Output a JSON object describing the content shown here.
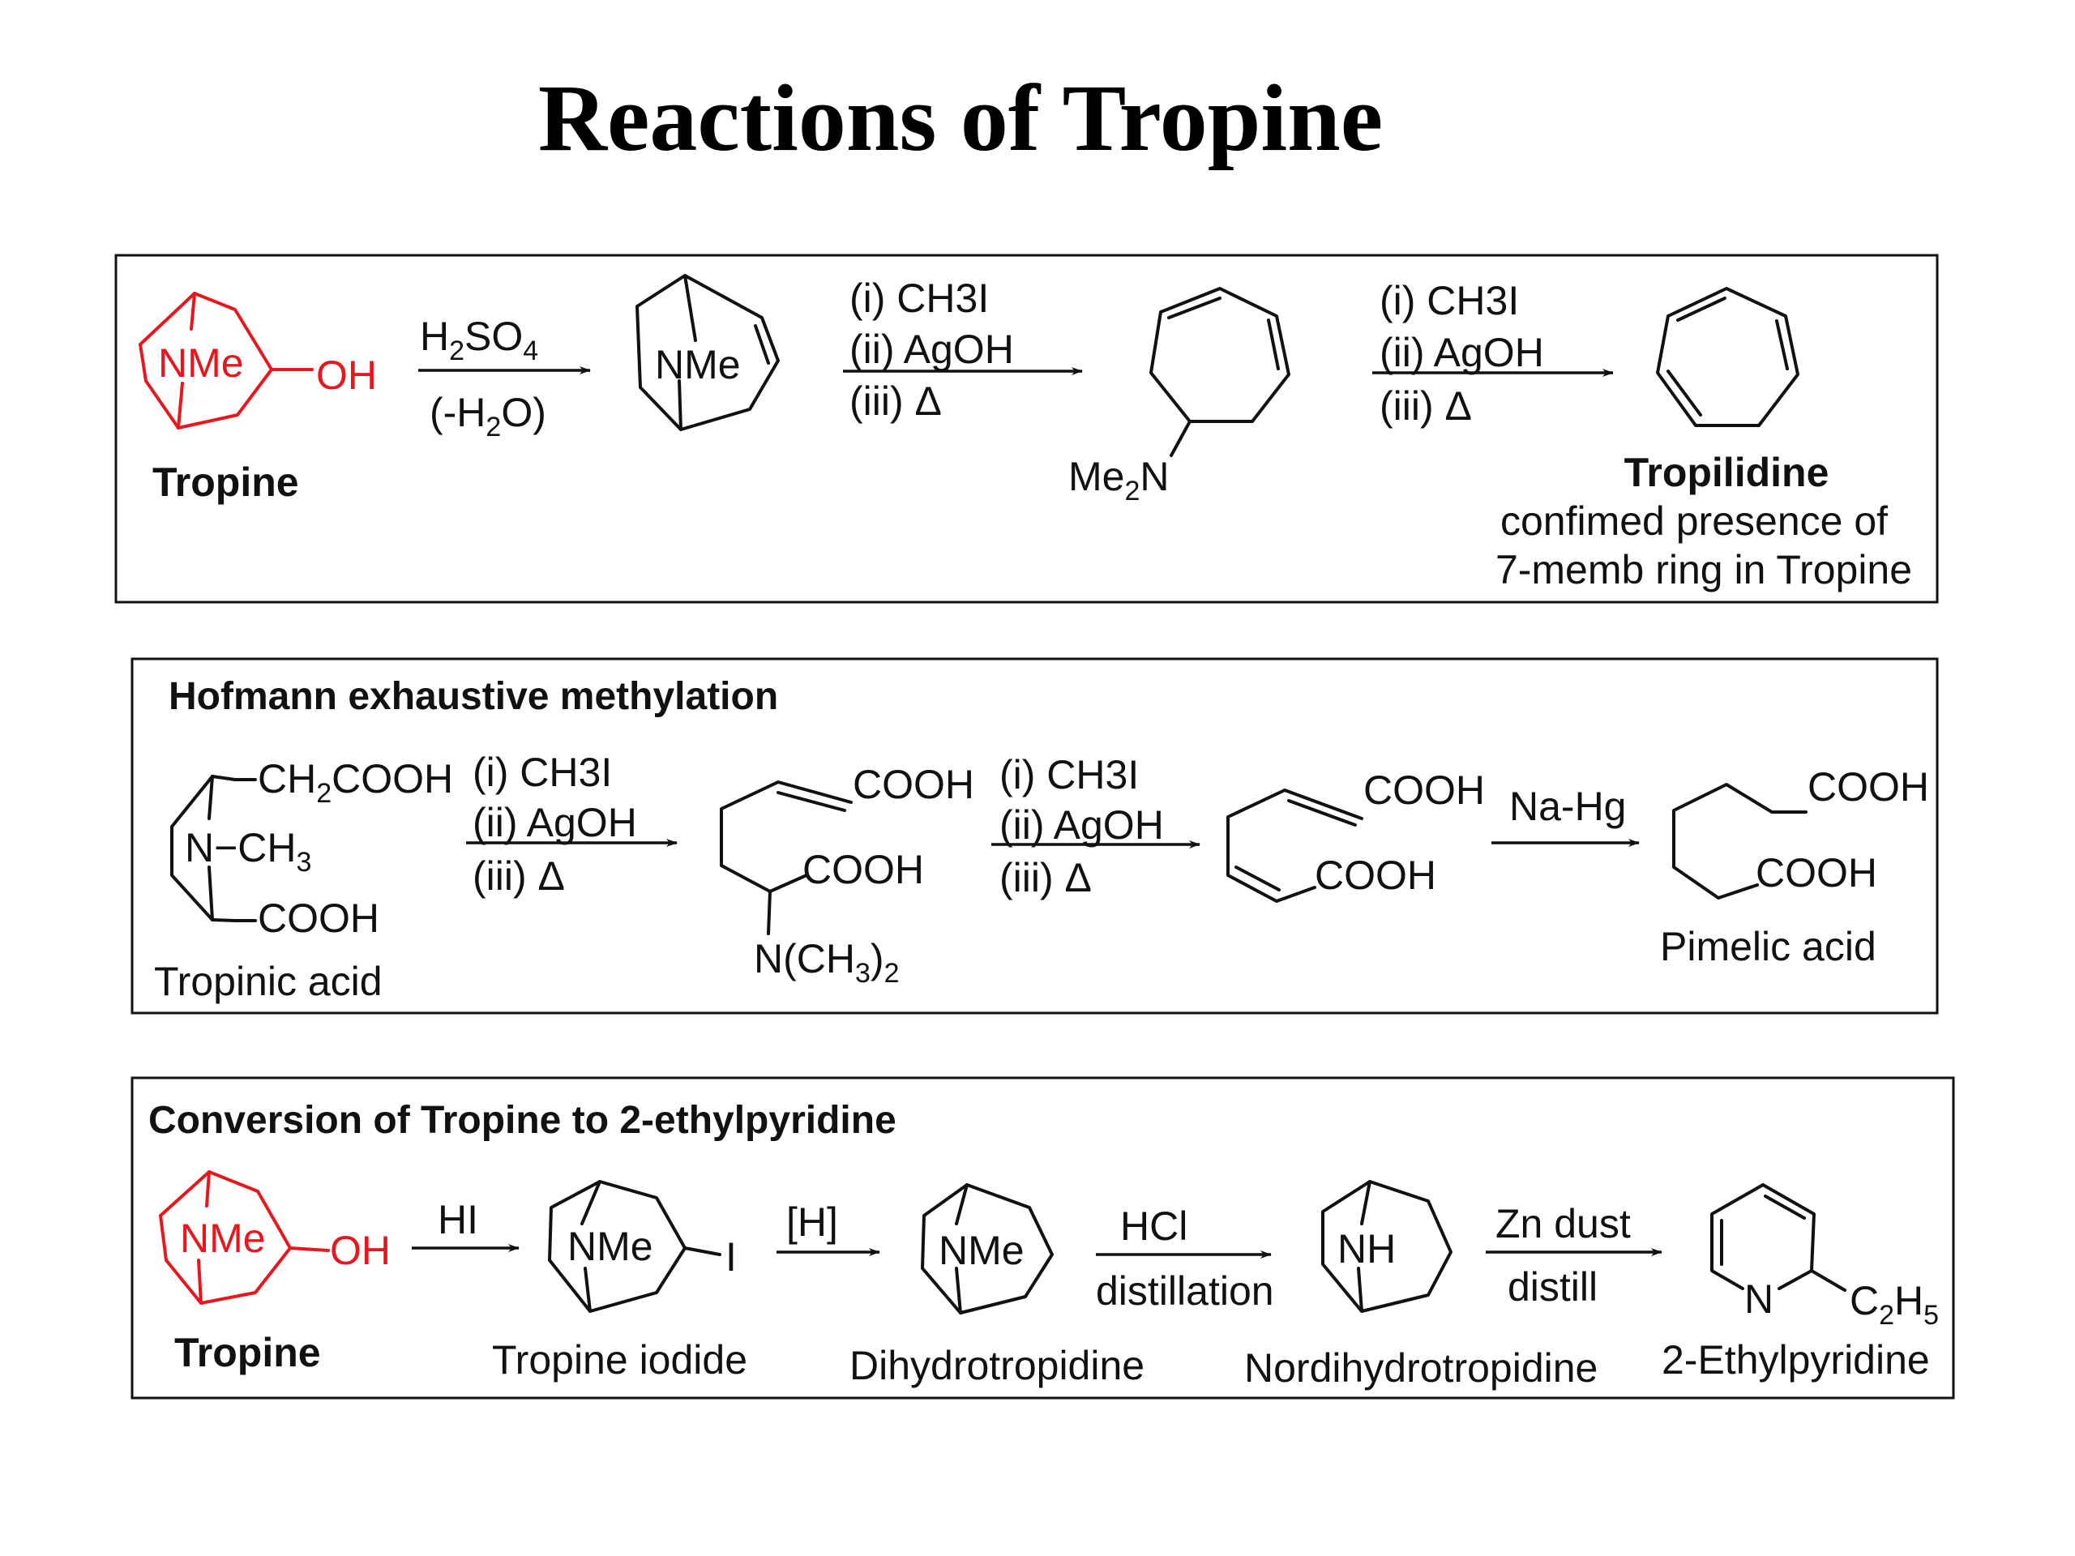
{
  "title": "Reactions of Tropine",
  "panel1": {
    "tropine_label": "Tropine",
    "nme": "NMe",
    "oh": "OH",
    "reagent1_top": {
      "a": "H",
      "b": "2",
      "c": "SO",
      "d": "4"
    },
    "reagent1_bottom": {
      "a": "(-H",
      "b": "2",
      "c": "O)"
    },
    "step_i": "(i) CH3I",
    "step_ii": "(ii) AgOH",
    "step_iii": "(iii) Δ",
    "me2n": {
      "a": "Me",
      "b": "2",
      "c": "N"
    },
    "tropilidine_label": "Tropilidine",
    "note_line1": "confimed presence of",
    "note_line2": "7-memb ring in Tropine"
  },
  "panel2": {
    "heading": "Hofmann exhaustive methylation",
    "ch2cooh": {
      "a": "CH",
      "b": "2",
      "c": "COOH"
    },
    "nch3": {
      "a": "N",
      "b": "−CH",
      "c": "3"
    },
    "cooh": "COOH",
    "tropinic_label": "Tropinic acid",
    "step_i": "(i) CH3I",
    "step_ii": "(ii) AgOH",
    "step_iii": "(iii) Δ",
    "nme2": {
      "a": "N(CH",
      "b": "3",
      "c": ")",
      "d": "2"
    },
    "na_hg": "Na-Hg",
    "pimelic_label": "Pimelic acid"
  },
  "panel3": {
    "heading": "Conversion of Tropine to 2-ethylpyridine",
    "nme": "NMe",
    "oh": "OH",
    "i": "I",
    "nh": "NH",
    "n": "N",
    "c2h5": {
      "a": "C",
      "b": "2",
      "c": "H",
      "d": "5"
    },
    "tropine_label": "Tropine",
    "hi": "HI",
    "h": "[H]",
    "hcl": "HCl",
    "distillation": "distillation",
    "zn_dust": "Zn dust",
    "distill": "distill",
    "tropine_iodide_label": "Tropine iodide",
    "dihydrotropidine_label": "Dihydrotropidine",
    "nordihydrotropidine_label": "Nordihydrotropidine",
    "ethylpyridine_label": "2-Ethylpyridine"
  },
  "colors": {
    "highlight": "#e8171e",
    "ink": "#111111"
  }
}
